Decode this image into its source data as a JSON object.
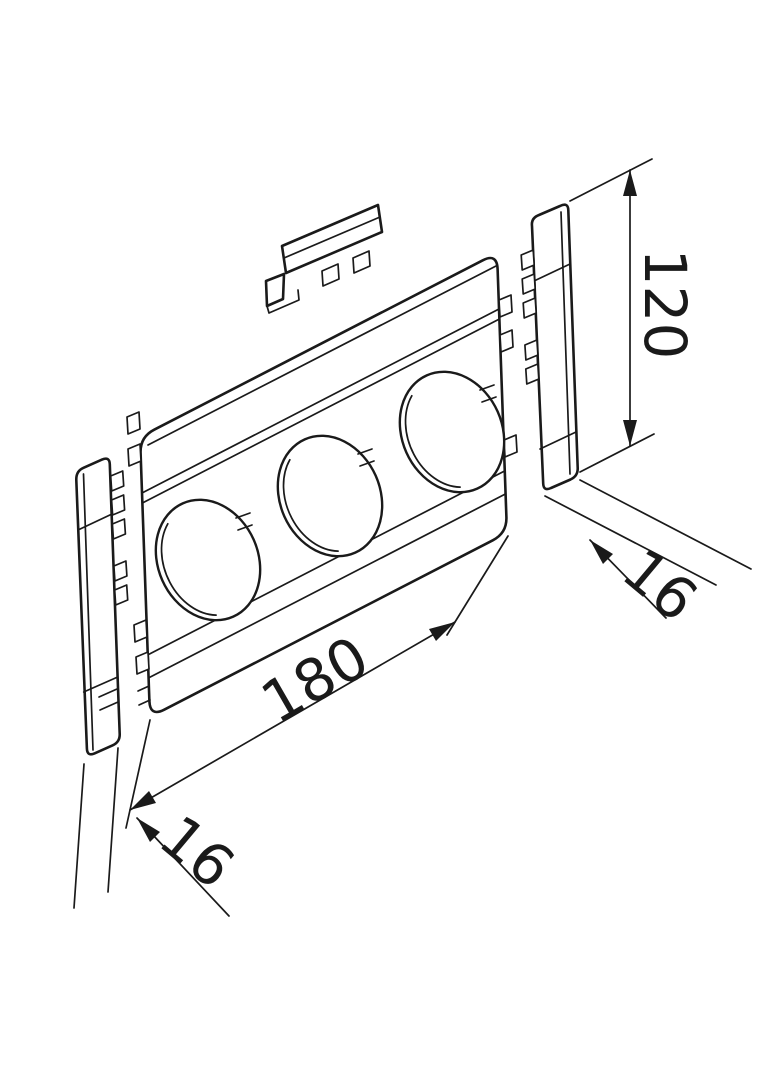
{
  "meta": {
    "background_color": "#ffffff",
    "line_color": "#1a1a1a",
    "kind": "isometric technical line drawing of a trunking cover plate with three socket cutouts, two end profiles and a mounting clip"
  },
  "drawing": {
    "dimensions": {
      "height": {
        "value": "120"
      },
      "length": {
        "value": "180"
      },
      "depth_left": {
        "value": "16"
      },
      "depth_right": {
        "value": "16"
      }
    }
  }
}
